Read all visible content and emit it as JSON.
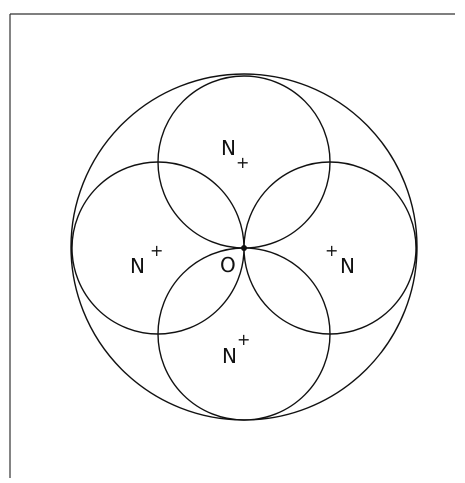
{
  "diagram": {
    "labels": {
      "n_top": "N",
      "n_left": "N",
      "n_right": "N",
      "n_bottom": "N",
      "plus": "+",
      "origin": "O"
    },
    "colors": {
      "ink": "#111111",
      "frame": "#333333",
      "background": "#ffffff"
    }
  }
}
